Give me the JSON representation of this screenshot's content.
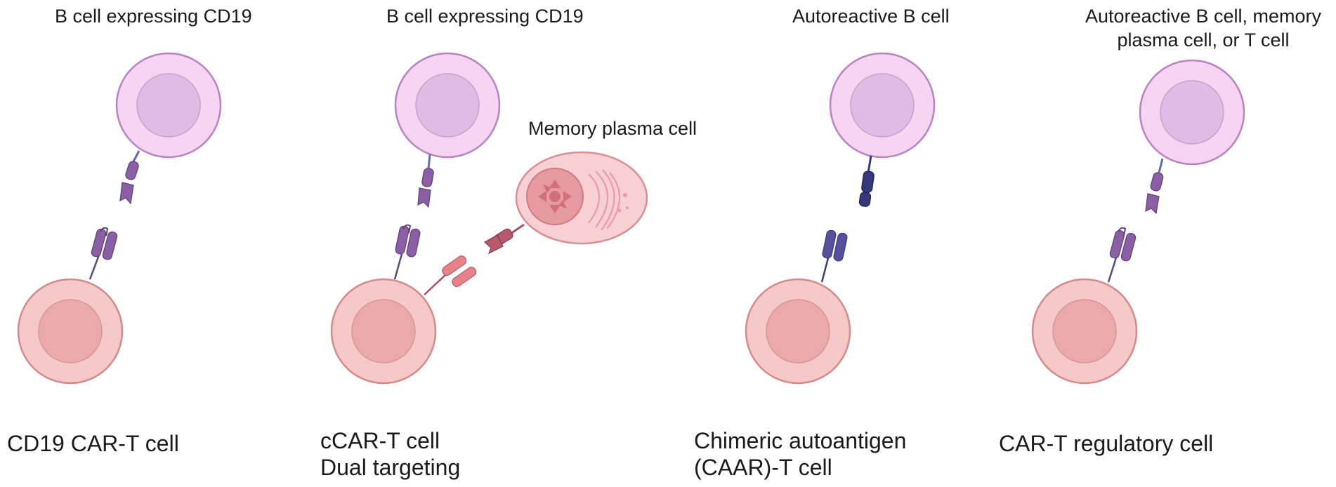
{
  "panels": [
    {
      "target": "B cell expressing CD19",
      "effector": "CD19 CAR-T cell"
    },
    {
      "target": "B cell expressing CD19",
      "secondary_target": "Memory plasma cell",
      "effector_line1": "cCAR-T cell",
      "effector_line2": "Dual targeting"
    },
    {
      "target": "Autoreactive B cell",
      "effector_line1": "Chimeric autoantigen",
      "effector_line2": "(CAAR)-T cell"
    },
    {
      "target_line1": "Autoreactive B cell, memory",
      "target_line2": "plasma cell, or T cell",
      "effector": "CAR-T regulatory cell"
    }
  ],
  "colors": {
    "b_cell_fill": "#f5d5f1",
    "b_cell_stroke": "#b882c4",
    "b_nucleus": "#dfbce3",
    "t_cell_fill": "#f6c9c9",
    "t_cell_stroke": "#d48a8a",
    "t_nucleus": "#eaa9aa",
    "receptor_purple": "#8a5fa3",
    "receptor_navy": "#35397a",
    "receptor_pink": "#e6838a",
    "receptor_rose": "#b85a6e"
  }
}
